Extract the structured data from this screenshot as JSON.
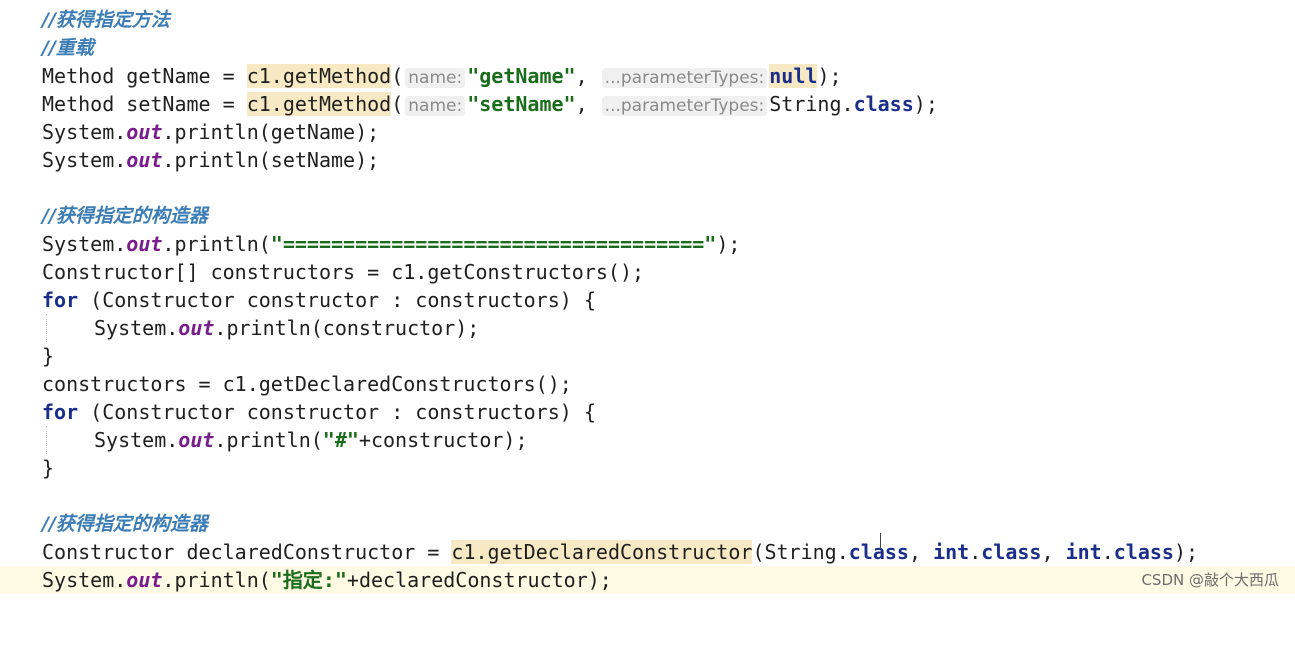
{
  "comments": {
    "get_method": "//获得指定方法",
    "overload": "//重载",
    "get_constructor_1": "//获得指定的构造器",
    "get_constructor_2": "//获得指定的构造器"
  },
  "hints": {
    "name": "name:",
    "parameter_types": "...parameterTypes:"
  },
  "lines": {
    "l3": {
      "a": "Method getName = ",
      "b": "c1.getMethod",
      "c": "(",
      "d": "\"getName\"",
      "e": ", ",
      "f": "null",
      "g": ");"
    },
    "l4": {
      "a": "Method setName = ",
      "b": "c1.getMethod",
      "c": "(",
      "d": "\"setName\"",
      "e": ", ",
      "f": "String.",
      "g": "class",
      "h": ");"
    },
    "l5": {
      "a": "System.",
      "b": "out",
      "c": ".println(getName);"
    },
    "l6": {
      "a": "System.",
      "b": "out",
      "c": ".println(setName);"
    },
    "l8": {
      "a": "System.",
      "b": "out",
      "c": ".println(",
      "d": "\"===================================\"",
      "e": ");"
    },
    "l9": {
      "a": "Constructor[] constructors = c1.getConstructors();"
    },
    "l10": {
      "a": "for",
      "b": " (Constructor constructor : constructors) {"
    },
    "l11": {
      "a": "System.",
      "b": "out",
      "c": ".println(constructor);"
    },
    "l12": {
      "a": "}"
    },
    "l13": {
      "a": "constructors = c1.getDeclaredConstructors();"
    },
    "l14": {
      "a": "for",
      "b": " (Constructor constructor : constructors) {"
    },
    "l15": {
      "a": "System.",
      "b": "out",
      "c": ".println(",
      "d": "\"#\"",
      "e": "+constructor);"
    },
    "l16": {
      "a": "}"
    },
    "l18": {
      "a": "Constructor declaredConstructor = ",
      "b": "c1.getDeclaredConstructor",
      "c": "(String.",
      "d": "class",
      "e": ", ",
      "f": "int",
      "g": ".",
      "h": "class",
      "i": ", ",
      "j": "int",
      "k": ".",
      "l": "class",
      "m": ");"
    },
    "l19": {
      "a": "System.",
      "b": "out",
      "c": ".println(",
      "d": "\"指定:\"",
      "e": "+declaredConstructor);"
    }
  },
  "watermark": "CSDN @敲个大西瓜"
}
